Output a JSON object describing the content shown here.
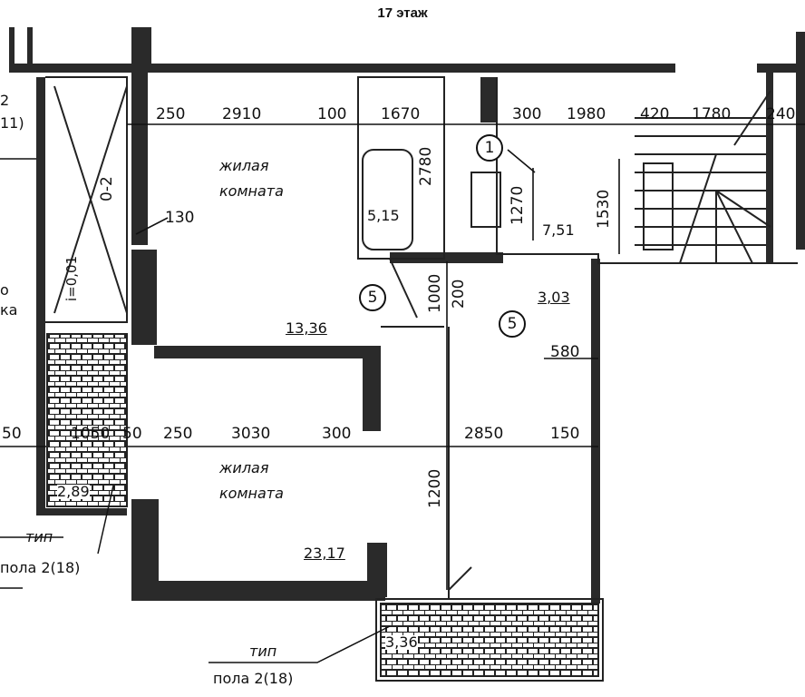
{
  "title": "17 этаж",
  "dimensions_top": {
    "d250a": "250",
    "d2910": "2910",
    "d100": "100",
    "d1670": "1670",
    "d300a": "300",
    "d1980": "1980",
    "d420": "420",
    "d1780": "1780",
    "d240": "240"
  },
  "dimensions_mid": {
    "d50": "50",
    "d1050": "1050",
    "d50b": "50",
    "d250b": "250",
    "d3030": "3030",
    "d300b": "300",
    "d2850": "2850",
    "d150": "150"
  },
  "dimensions_vertical": {
    "d2780": "2780",
    "d1270": "1270",
    "d1530": "1530",
    "d1000": "1000",
    "d200": "200",
    "d1200": "1200",
    "d0_2": "0-2",
    "slope": "i=0,01"
  },
  "dimensions_other": {
    "d130": "130",
    "d580": "580"
  },
  "rooms": {
    "living1_line1": "жилая",
    "living1_line2": "комната",
    "living2_line1": "жилая",
    "living2_line2": "комната"
  },
  "areas": {
    "a1336": "13,36",
    "a515": "5,15",
    "a751": "7,51",
    "a303": "3,03",
    "a2317": "23,17",
    "a289": "2,89",
    "a336": "3,36"
  },
  "markers": {
    "m1": "1",
    "m5a": "5",
    "m5b": "5"
  },
  "notes": {
    "left_top_a": "2",
    "left_top_b": "11)",
    "left_mid_a": "о",
    "left_mid_b": "ка",
    "floor_left_1": "тип",
    "floor_left_2": "пола 2(18)",
    "floor_bottom_1": "тип",
    "floor_bottom_2": "пола 2(18)"
  }
}
